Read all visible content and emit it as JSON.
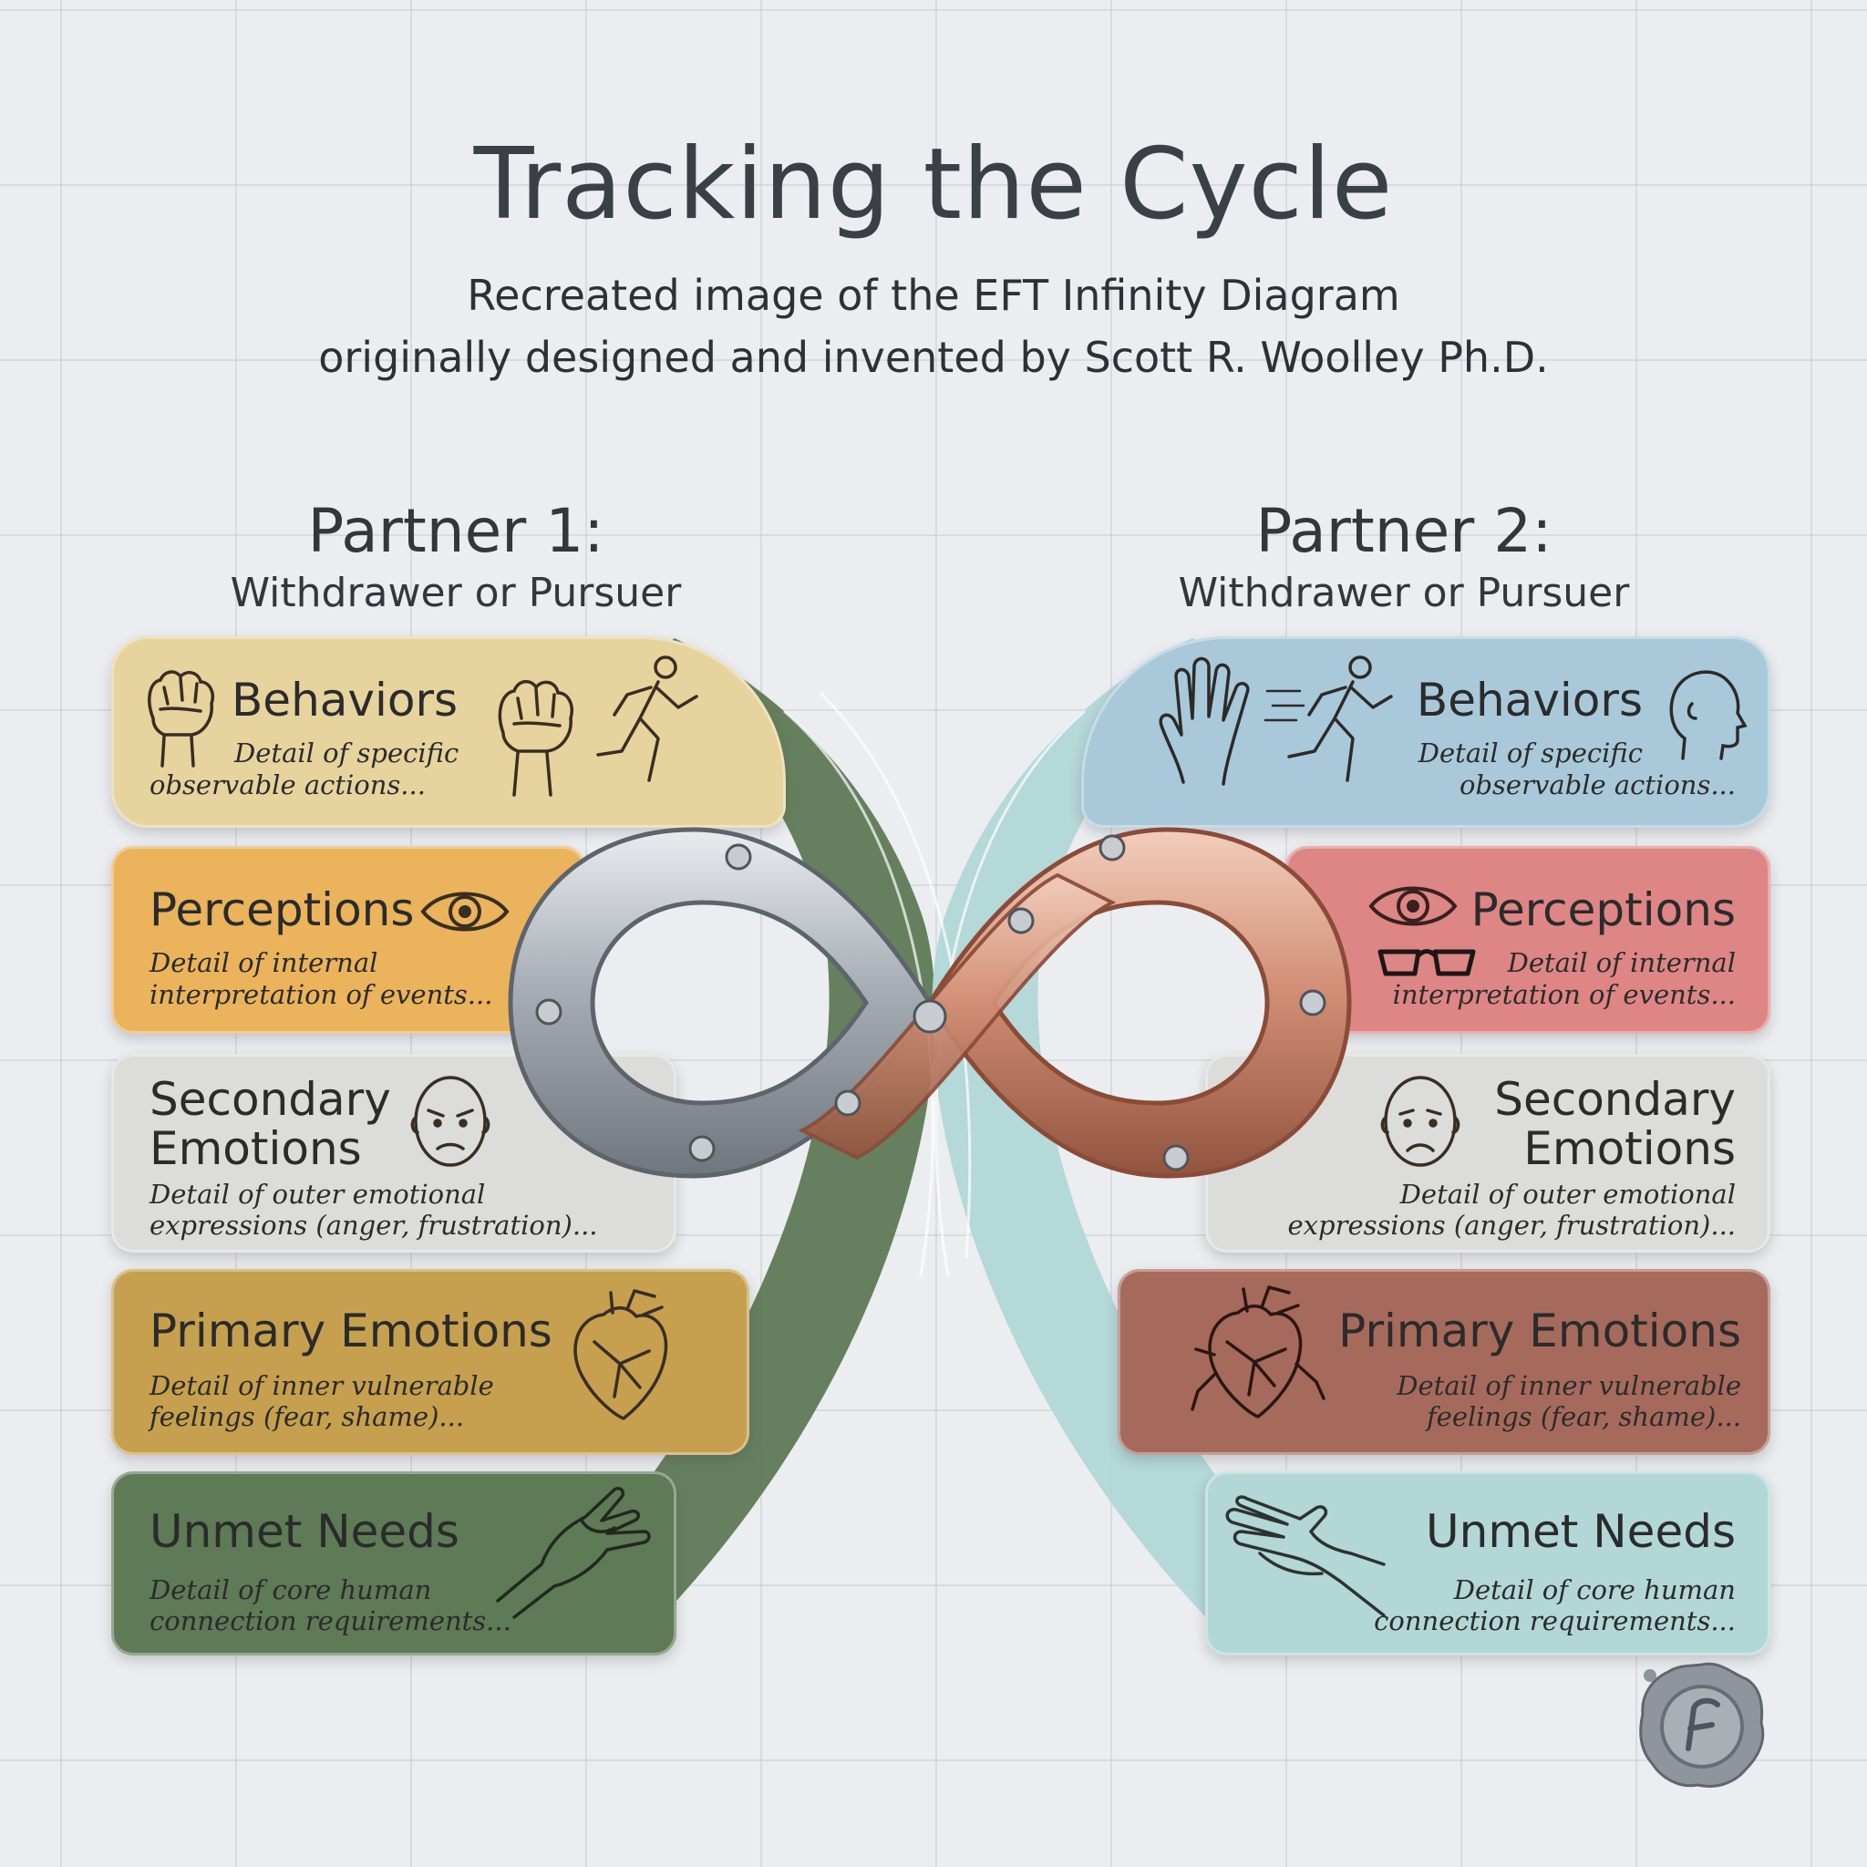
{
  "header": {
    "title": "Tracking the Cycle",
    "subtitle_line1": "Recreated image of the EFT Infinity Diagram",
    "subtitle_line2": "originally designed and invented by Scott R. Woolley Ph.D."
  },
  "partners": [
    {
      "title": "Partner 1:",
      "role": "Withdrawer or Pursuer",
      "layers": [
        {
          "title": "Behaviors",
          "desc_line1": "Detail of specific",
          "desc_line2": "observable actions...",
          "color": "#e7d39e",
          "icons": [
            "raised-fist-icon",
            "fist-icon",
            "running-person-icon"
          ]
        },
        {
          "title": "Perceptions",
          "desc_line1": "Detail of internal",
          "desc_line2": "interpretation of events...",
          "color": "#eab35c",
          "icons": [
            "eye-icon"
          ]
        },
        {
          "title_line1": "Secondary",
          "title_line2": "Emotions",
          "desc_line1": "Detail of outer emotional",
          "desc_line2": "expressions (anger, frustration)...",
          "color": "#dcdcda",
          "icons": [
            "angry-face-icon"
          ]
        },
        {
          "title": "Primary Emotions",
          "desc_line1": "Detail of inner vulnerable",
          "desc_line2": "feelings (fear, shame)...",
          "color": "#c6a04e",
          "icons": [
            "heart-icon"
          ]
        },
        {
          "title": "Unmet Needs",
          "desc_line1": "Detail of core human",
          "desc_line2": "connection requirements...",
          "color": "#5f7a56",
          "icons": [
            "reaching-hand-icon"
          ]
        }
      ]
    },
    {
      "title": "Partner 2:",
      "role": "Withdrawer or Pursuer",
      "layers": [
        {
          "title": "Behaviors",
          "desc_line1": "Detail of specific",
          "desc_line2": "observable actions...",
          "color": "#a9c9da",
          "icons": [
            "open-hand-icon",
            "running-person-icon",
            "head-profile-icon"
          ]
        },
        {
          "title": "Perceptions",
          "desc_line1": "Detail of internal",
          "desc_line2": "interpretation of events...",
          "color": "#dd8685",
          "icons": [
            "eye-icon",
            "glasses-icon"
          ]
        },
        {
          "title_line1": "Secondary",
          "title_line2": "Emotions",
          "desc_line1": "Detail of outer emotional",
          "desc_line2": "expressions (anger, frustration)...",
          "color": "#dcdcda",
          "icons": [
            "sad-face-icon"
          ]
        },
        {
          "title": "Primary Emotions",
          "desc_line1": "Detail of inner vulnerable",
          "desc_line2": "feelings (fear, shame)...",
          "color": "#a66a5c",
          "icons": [
            "heart-icon"
          ]
        },
        {
          "title": "Unmet Needs",
          "desc_line1": "Detail of core human",
          "desc_line2": "connection requirements...",
          "color": "#b2d7d6",
          "icons": [
            "open-hand-icon"
          ]
        }
      ]
    }
  ],
  "colors": {
    "background": "#ebedf0",
    "steel": "#b9bec4",
    "copper": "#d99a84",
    "seal": "#8e959c"
  },
  "decor": {
    "center_graphic": "infinity-loop-icon",
    "seal": "wax-seal-icon"
  }
}
